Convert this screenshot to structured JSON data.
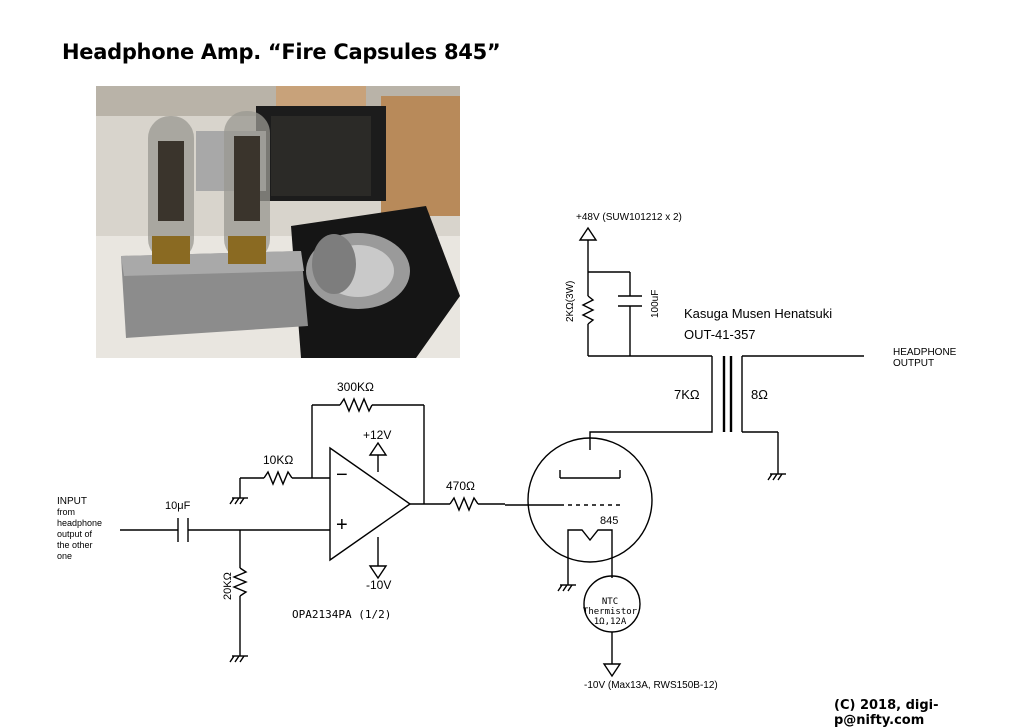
{
  "title": "Headphone Amp. “Fire Capsules 845”",
  "credit": "(C) 2018, digi-p@nifty.com",
  "power": {
    "plus48": "+48V (SUW101212 x 2)",
    "minus10": "-10V (Max13A, RWS150B-12)",
    "plus12": "+12V",
    "minus10_opamp": "-10V"
  },
  "components": {
    "r_load": "2KΩ(3W)",
    "c_bypass": "100uF",
    "r_feedback": "300KΩ",
    "r_input": "10KΩ",
    "r_grid": "470Ω",
    "c_input": "10μF",
    "r_bias": "20KΩ",
    "opamp": "OPA2134PA (1/2)",
    "tube": "845",
    "thermistor": [
      "NTC",
      "Thermistor",
      "1Ω,12A"
    ]
  },
  "transformer": {
    "maker": "Kasuga Musen Henatsuki",
    "model": "OUT-41-357",
    "primary": "7KΩ",
    "secondary": "8Ω"
  },
  "io": {
    "output": [
      "HEADPHONE",
      "OUTPUT"
    ],
    "input": [
      "INPUT",
      "from",
      "headphone",
      "output of",
      "the other",
      "one"
    ]
  },
  "opamp_signs": {
    "minus": "−",
    "plus": "+"
  }
}
